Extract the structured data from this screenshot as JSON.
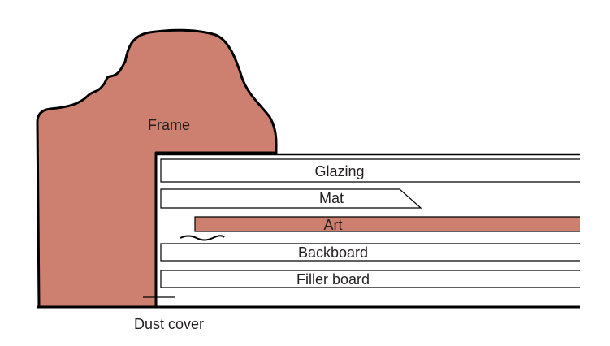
{
  "labels": {
    "frame": "Frame",
    "glazing": "Glazing",
    "mat": "Mat",
    "art": "Art",
    "backboard": "Backboard",
    "filler_board": "Filler board",
    "dust_cover": "Dust cover"
  },
  "colors": {
    "frame_fill": "#cd8070",
    "art_fill": "#cd8070",
    "outline": "#000000",
    "text": "#231f20"
  }
}
